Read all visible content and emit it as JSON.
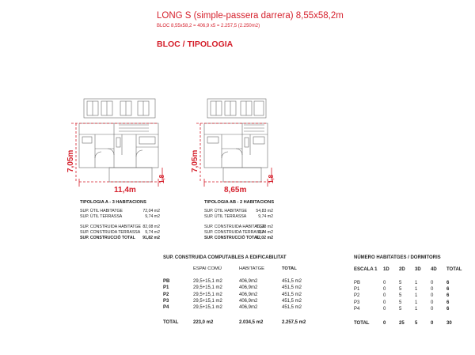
{
  "header": {
    "title": "LONG S (simple-passera darrera) 8,55x58,2m",
    "subtitle": "BLOC 8,55x58,2 = 406,9 x5 = 2.257,5  (2.250m2)",
    "section": "BLOC / TIPOLOGIA"
  },
  "typology_a": {
    "width_dim": "11,4m",
    "depth_dim": "7,05m",
    "terrace_dim": "1,8",
    "title": "TIPOLOGIA A - 3 HABITACIONS",
    "rows": [
      {
        "label": "SUP. ÚTIL HABITATGE",
        "value": "72,04 m2"
      },
      {
        "label": "SUP. ÚTIL TERRASSA",
        "value": "9,74 m2"
      },
      {
        "label": "SUP. CONSTRUIDA HABITATGE",
        "value": "82,08 m2"
      },
      {
        "label": "SUP. CONSTRUIDA TERRASSA",
        "value": "9,74 m2"
      },
      {
        "label": "SUP. CONSTRUCCIÓ TOTAL",
        "value": "91,82 m2"
      }
    ]
  },
  "typology_ab": {
    "width_dim": "8,65m",
    "depth_dim": "7,05m",
    "terrace_dim": "1,8",
    "title": "TIPOLOGIA AB - 2 HABITACIONS",
    "rows": [
      {
        "label": "SUP. ÚTIL HABITATGE",
        "value": "54,83 m2"
      },
      {
        "label": "SUP. ÚTIL TERRASSA",
        "value": "9,74 m2"
      },
      {
        "label": "SUP. CONSTRUIDA HABITATGE",
        "value": "62,28 m2"
      },
      {
        "label": "SUP. CONSTRUIDA TERRASSA",
        "value": "9,74 m2"
      },
      {
        "label": "SUP. CONSTRUCCIÓ TOTAL",
        "value": "72,02 m2"
      }
    ]
  },
  "surfaces": {
    "title": "SUP. CONSTRUIDA COMPUTABLES A EDIFICABILITAT",
    "columns": [
      "ESPAI COMÚ",
      "HABITATGE",
      "TOTAL"
    ],
    "rows": [
      {
        "floor": "PB",
        "common": "29,5+15,1 m2",
        "housing": "406,9m2",
        "total": "451,5 m2"
      },
      {
        "floor": "P1",
        "common": "29,5+15,1 m2",
        "housing": "406,9m2",
        "total": "451,5 m2"
      },
      {
        "floor": "P2",
        "common": "29,5+15,1 m2",
        "housing": "406,9m2",
        "total": "451,5 m2"
      },
      {
        "floor": "P3",
        "common": "29,5+15,1 m2",
        "housing": "406,9m2",
        "total": "451,5 m2"
      },
      {
        "floor": "P4",
        "common": "29,5+15,1 m2",
        "housing": "406,9m2",
        "total": "451,5 m2"
      }
    ],
    "total": {
      "floor": "TOTAL",
      "common": "223,0 m2",
      "housing": "2.034,5 m2",
      "total": "2.257,5 m2"
    }
  },
  "dwellings": {
    "title": "NÚMERO HABITATGES / DORMITORIS",
    "columns": [
      "ESCALA 1",
      "1D",
      "2D",
      "3D",
      "4D",
      "TOTAL"
    ],
    "rows": [
      {
        "floor": "PB",
        "d1": "0",
        "d2": "5",
        "d3": "1",
        "d4": "0",
        "total": "6"
      },
      {
        "floor": "P1",
        "d1": "0",
        "d2": "5",
        "d3": "1",
        "d4": "0",
        "total": "6"
      },
      {
        "floor": "P2",
        "d1": "0",
        "d2": "5",
        "d3": "1",
        "d4": "0",
        "total": "6"
      },
      {
        "floor": "P3",
        "d1": "0",
        "d2": "5",
        "d3": "1",
        "d4": "0",
        "total": "6"
      },
      {
        "floor": "P4",
        "d1": "0",
        "d2": "5",
        "d3": "1",
        "d4": "0",
        "total": "6"
      }
    ],
    "total": {
      "floor": "TOTAL",
      "d1": "0",
      "d2": "25",
      "d3": "5",
      "d4": "0",
      "total": "30"
    }
  },
  "colors": {
    "accent": "#d51f2b",
    "text": "#222222",
    "line": "#555555"
  }
}
